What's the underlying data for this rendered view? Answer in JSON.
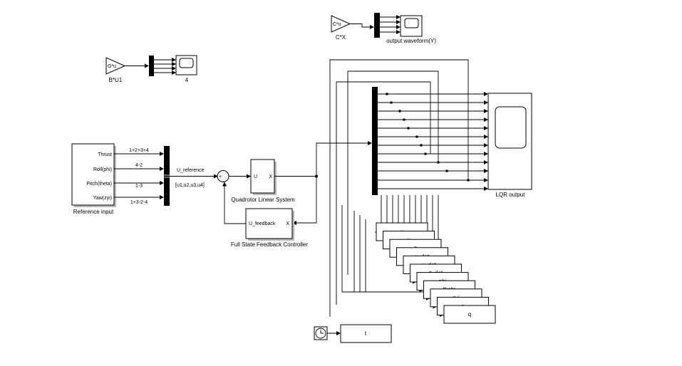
{
  "blocks": {
    "gain_bu1": {
      "expr": "G*u",
      "caption": "B*U1"
    },
    "scope_4": {
      "caption": "4"
    },
    "gain_cx": {
      "expr": "C*u",
      "caption": "C*X"
    },
    "scope_y": {
      "caption": "output waveform(Y)"
    },
    "reference": {
      "caption": "Reference input",
      "ports": [
        "Thrust",
        "Roll(phi)",
        "Pitch(theta)",
        "Yaw(zyi)"
      ],
      "signals": [
        "1+2+3+4",
        "4-2",
        "1-3",
        "1+3-2-4"
      ]
    },
    "mux_ref": {
      "out_label": "U_reference",
      "vector_label": "[u1,u2,u3,u4]"
    },
    "sum": {
      "symbol": "+",
      "minus": "-"
    },
    "plant": {
      "caption": "Quadrotor Linear System",
      "in_port": "U",
      "out_port": "X"
    },
    "controller": {
      "caption": "Full State Feedback Controller",
      "in_port": "X",
      "out_port": "U_feedback"
    },
    "lqr_scope": {
      "caption": "LQR output"
    },
    "workspace": {
      "names": [
        "x",
        "y",
        "z",
        "x_dot",
        "y_dot",
        "z_dot",
        "phi",
        "theta",
        "zyi",
        "p",
        "q"
      ]
    },
    "time": {
      "name": "t"
    }
  }
}
